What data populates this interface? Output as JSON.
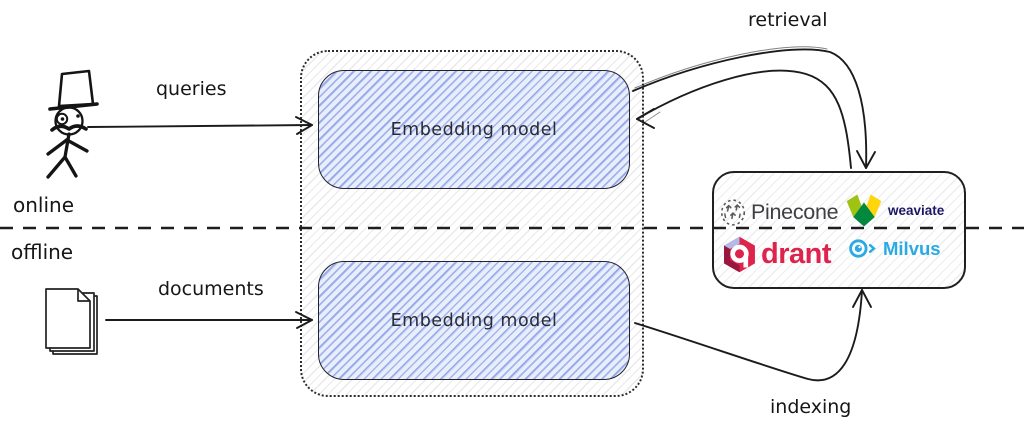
{
  "diagram": {
    "zones": {
      "online": "online",
      "offline": "offline"
    },
    "flow_labels": {
      "queries": "queries",
      "documents": "documents",
      "retrieval": "retrieval",
      "indexing": "indexing"
    },
    "embedding": {
      "top_label": "Embedding model",
      "bottom_label": "Embedding model"
    },
    "vector_box": {
      "items": [
        {
          "name": "pinecone",
          "icon": "pinecone-icon",
          "label": "Pinecone",
          "color": "#3d3f42"
        },
        {
          "name": "weaviate",
          "icon": "weaviate-icon",
          "label": "weaviate",
          "color": "#1b1762"
        },
        {
          "name": "qdrant",
          "icon": "qdrant-icon",
          "label": "drant",
          "color": "#dc244c"
        },
        {
          "name": "milvus",
          "icon": "milvus-icon",
          "label": "Milvus",
          "color": "#29aae2"
        }
      ]
    },
    "icons": {
      "user": "stick-figure-top-hat-monocle",
      "documents": "stacked-pages"
    },
    "colors": {
      "ink": "#1b1b1b",
      "embedding_hatch": "#627ee0",
      "embedding_bg": "#e9eefb",
      "container_hatch": "#c9c9d2"
    }
  }
}
